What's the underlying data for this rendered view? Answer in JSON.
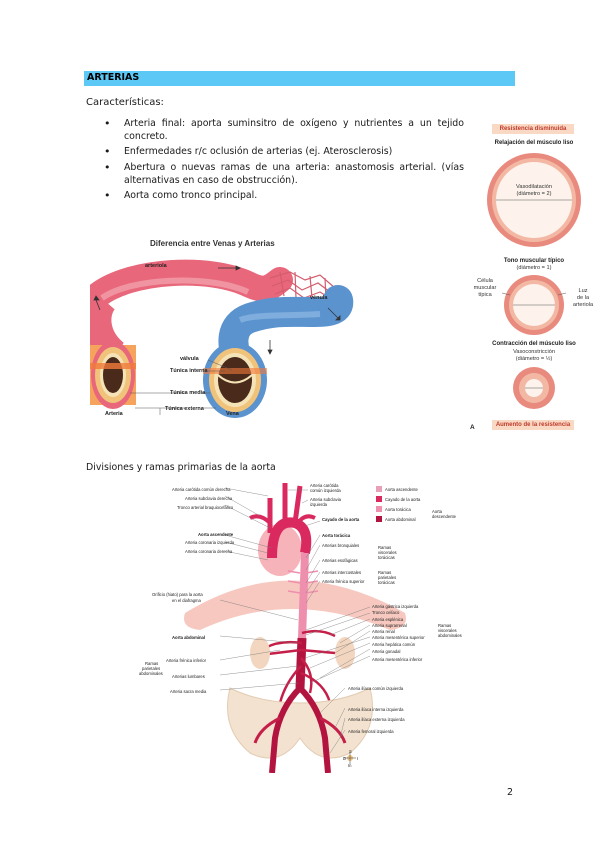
{
  "section_title": "ARTERIAS",
  "characteristics_label": "Características:",
  "bullets": [
    "Arteria final: aporta suminsitro de oxígeno y nutrientes a un tejido concreto.",
    "Enfermedades r/c oclusión de arterias (ej. Aterosclerosis)",
    "Abertura o nuevas ramas de una arteria: anastomosis arterial. (vías alternativas en caso de obstrucción).",
    "Aorta como tronco principal."
  ],
  "vessels_figure": {
    "title": "Diferencia entre Venas y Arterias",
    "labels": {
      "arteriola": "arteriola",
      "venula": "vénula",
      "valvula": "válvula",
      "tunica_interna": "Túnica interna",
      "tunica_media": "Túnica media",
      "tunica_externa": "Túnica externa",
      "arteria": "Arteria",
      "vena": "Vena"
    },
    "colors": {
      "artery": "#e8677a",
      "vein": "#5b93cf"
    }
  },
  "resistance_figure": {
    "top_box": "Resistencia disminuida",
    "relax_title": "Relajación del músculo liso",
    "vasodilation": "Vasodilatación",
    "vasodilation_diam": "(diámetro = 2)",
    "tone_title": "Tono muscular típico",
    "tone_diam": "(diámetro = 1)",
    "cell_label_1": "Célula",
    "cell_label_2": "muscular",
    "cell_label_3": "típica",
    "lumen_1": "Luz",
    "lumen_2": "de la",
    "lumen_3": "arteriola",
    "contraction_title": "Contracción del músculo liso",
    "vasoconstriction": "Vasoconstricción",
    "vasoconstriction_diam": "(diámetro = ½)",
    "bottom_box": "Aumento de la resistencia",
    "panel_letter": "A"
  },
  "aorta_figure": {
    "title": "Divisiones y ramas primarias de la aorta",
    "left_labels": [
      "Arteria carótida común derecha",
      "Arteria subclavia derecha",
      "Tronco arterial braquiocefálico",
      "Aorta ascendente",
      "Arteria coronaria izquierda",
      "Arteria coronaria derecha",
      "Orificio (hiato) para la aorta",
      "en el diafragma",
      "Aorta abdominal",
      "Arteria frénica inferior",
      "Arterias lumbares",
      "Arteria sacra media"
    ],
    "left_group": [
      "Ramas",
      "parietales",
      "abdominales"
    ],
    "top_labels": [
      "Arteria carótida",
      "común izquierda",
      "Arteria subclavia",
      "izquierda",
      "Cayado de la aorta",
      "Aorta torácica",
      "Arterias bronquiales",
      "Arterias esofágicas",
      "Arterias intercostales",
      "Arteria frénica superior"
    ],
    "thoracic_groups": [
      "Ramas",
      "viscerales",
      "torácicas",
      "Ramas",
      "parietales",
      "torácicas"
    ],
    "legend": [
      {
        "label": "Aorta ascendente",
        "color": "#e8a0b6"
      },
      {
        "label": "Cayado de la aorta",
        "color": "#d9295f"
      },
      {
        "label": "Aorta torácica",
        "color": "#ee8fae"
      },
      {
        "label": "Aorta abdominal",
        "color": "#b3143f"
      }
    ],
    "legend_group": [
      "Aorta",
      "descendente"
    ],
    "right_labels": [
      "Arteria gástrica izquierda",
      "Tronco celíaco",
      "Arteria esplénica",
      "Arteria suprarrenal",
      "Arteria renal",
      "Arteria mesentérica superior",
      "Arteria hepática común",
      "Arteria gonadal",
      "Arteria mesentérica inferior",
      "Arteria ilíaca común izquierda",
      "Arteria ilíaca interna izquierda",
      "Arteria ilíaca externa izquierda",
      "Arteria femoral izquierda"
    ],
    "right_group": [
      "Ramas",
      "viscerales",
      "abdominales"
    ],
    "compass": [
      "S",
      "D",
      "I",
      "In"
    ]
  },
  "page_number": "2"
}
